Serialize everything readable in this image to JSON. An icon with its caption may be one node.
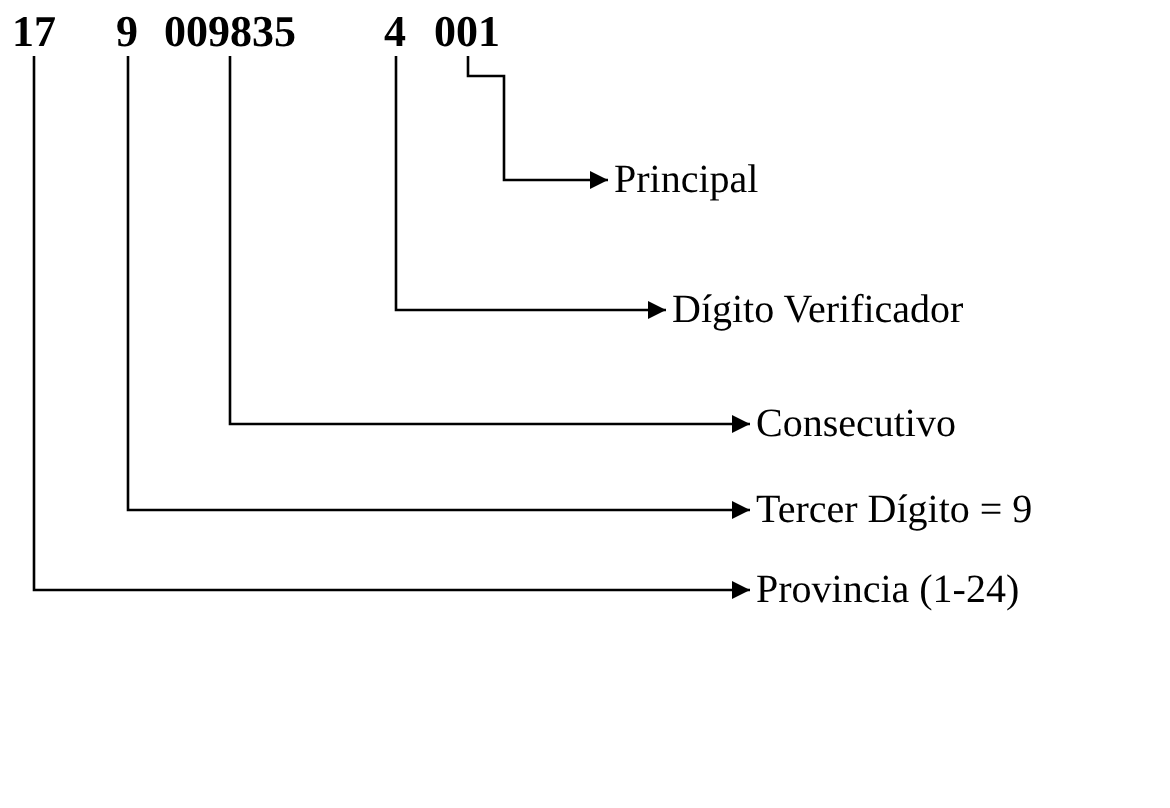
{
  "diagram": {
    "nodes": [
      {
        "text": [
          "17"
        ]
      },
      {
        "text": [
          "9"
        ]
      },
      {
        "text": [
          "009835"
        ]
      },
      {
        "text": [
          "4"
        ]
      },
      {
        "text": [
          "001"
        ]
      },
      {
        "text": [
          "Principal"
        ]
      },
      {
        "text": [
          "Dígito Verificador"
        ]
      },
      {
        "text": [
          "Consecutivo"
        ]
      },
      {
        "text": [
          "Tercer Dígito = 9"
        ]
      },
      {
        "text": [
          "Provincia (1-24)"
        ]
      }
    ],
    "edges": [
      {
        "from": 0,
        "to": 9,
        "arrow": "to"
      },
      {
        "from": 1,
        "to": 8,
        "arrow": "to"
      },
      {
        "from": 2,
        "to": 7,
        "arrow": "to"
      },
      {
        "from": 3,
        "to": 6,
        "arrow": "to"
      },
      {
        "from": 4,
        "to": 5,
        "arrow": "to"
      }
    ]
  }
}
